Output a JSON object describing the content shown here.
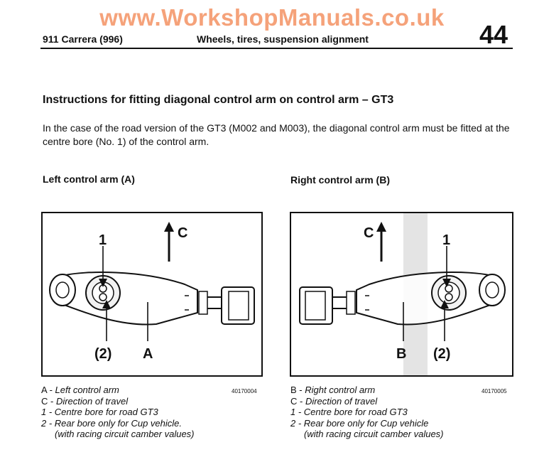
{
  "watermark": "www.WorkshopManuals.co.uk",
  "header": {
    "model": "911 Carrera (996)",
    "section": "Wheels, tires, suspension alignment",
    "page_number": "44"
  },
  "title": "Instructions for fitting diagonal control arm on control arm – GT3",
  "intro": "In the case of the road version of the GT3 (M002 and M003), the diagonal control arm must be fitted at the centre bore (No. 1) of the control arm.",
  "left": {
    "heading": "Left control arm (A)",
    "figure_code": "40170004",
    "labels": {
      "bore1": "1",
      "bore2": "(2)",
      "arm": "A",
      "travel": "C"
    },
    "legend": [
      {
        "key": "A",
        "text": "Left control arm"
      },
      {
        "key": "C",
        "text": "Direction of travel"
      },
      {
        "key": "1",
        "text": "Centre bore for road GT3"
      },
      {
        "key": "2",
        "text": "Rear bore only for Cup vehicle."
      }
    ],
    "legend_note": "(with racing circuit camber values)"
  },
  "right": {
    "heading": "Right control arm (B)",
    "figure_code": "40170005",
    "labels": {
      "bore1": "1",
      "bore2": "(2)",
      "arm": "B",
      "travel": "C"
    },
    "legend": [
      {
        "key": "B",
        "text": "Right control arm"
      },
      {
        "key": "C",
        "text": "Direction of travel"
      },
      {
        "key": "1",
        "text": "Centre bore for road GT3"
      },
      {
        "key": "2",
        "text": "Rear bore only for Cup vehicle"
      }
    ],
    "legend_note": "(with racing circuit camber values)"
  }
}
